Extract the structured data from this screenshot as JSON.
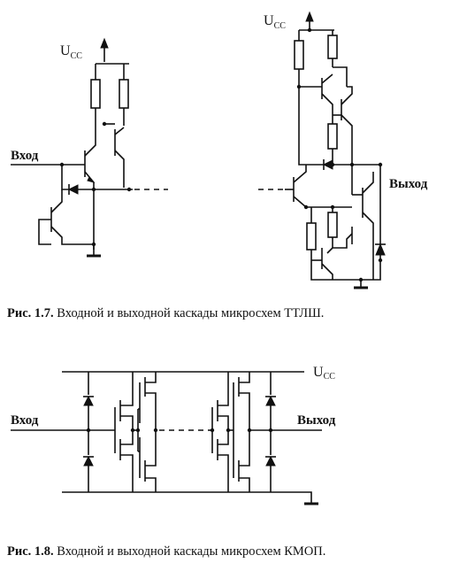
{
  "figure_1_7": {
    "left_circuit": {
      "supply_label": "U",
      "supply_subscript": "CC",
      "input_label": "Вход"
    },
    "right_circuit": {
      "supply_label": "U",
      "supply_subscript": "CC",
      "output_label": "Выход"
    },
    "caption_number": "Рис. 1.7.",
    "caption_text": " Входной и выходной каскады микросхем ТТЛШ."
  },
  "figure_1_8": {
    "supply_label": "U",
    "supply_subscript": "CC",
    "input_label": "Вход",
    "output_label": "Выход",
    "caption_number": "Рис. 1.8.",
    "caption_text": " Входной и выходной каскады микросхем КМОП."
  }
}
